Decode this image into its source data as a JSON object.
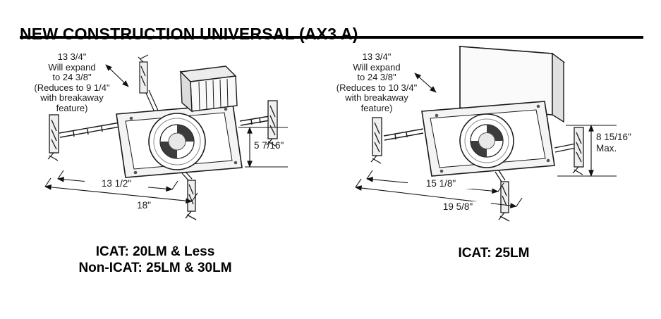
{
  "title": "NEW CONSTRUCTION UNIVERSAL (AX3 A)",
  "left": {
    "note_lines": [
      "13 3/4\"",
      "Will expand",
      "to 24 3/8\"",
      "(Reduces to 9 1/4\"",
      "with breakaway",
      "feature)"
    ],
    "height_dim": "5 7/16\"",
    "inner_width_dim": "13 1/2\"",
    "outer_width_dim": "18\"",
    "caption_lines": [
      "ICAT: 20LM & Less",
      "Non-ICAT: 25LM & 30LM"
    ]
  },
  "right": {
    "note_lines": [
      "13 3/4\"",
      "Will expand",
      "to 24 3/8\"",
      "(Reduces to 10 3/4\"",
      "with breakaway",
      "feature)"
    ],
    "height_dim": "8 15/16\"",
    "height_dim_note": "Max.",
    "inner_width_dim": "15 1/8\"",
    "outer_width_dim": "19 5/8\"",
    "caption_lines": [
      "ICAT: 25LM"
    ]
  },
  "colors": {
    "line": "#1a1a1a",
    "rule": "#000000",
    "pan_fill": "#f4f4f4"
  }
}
